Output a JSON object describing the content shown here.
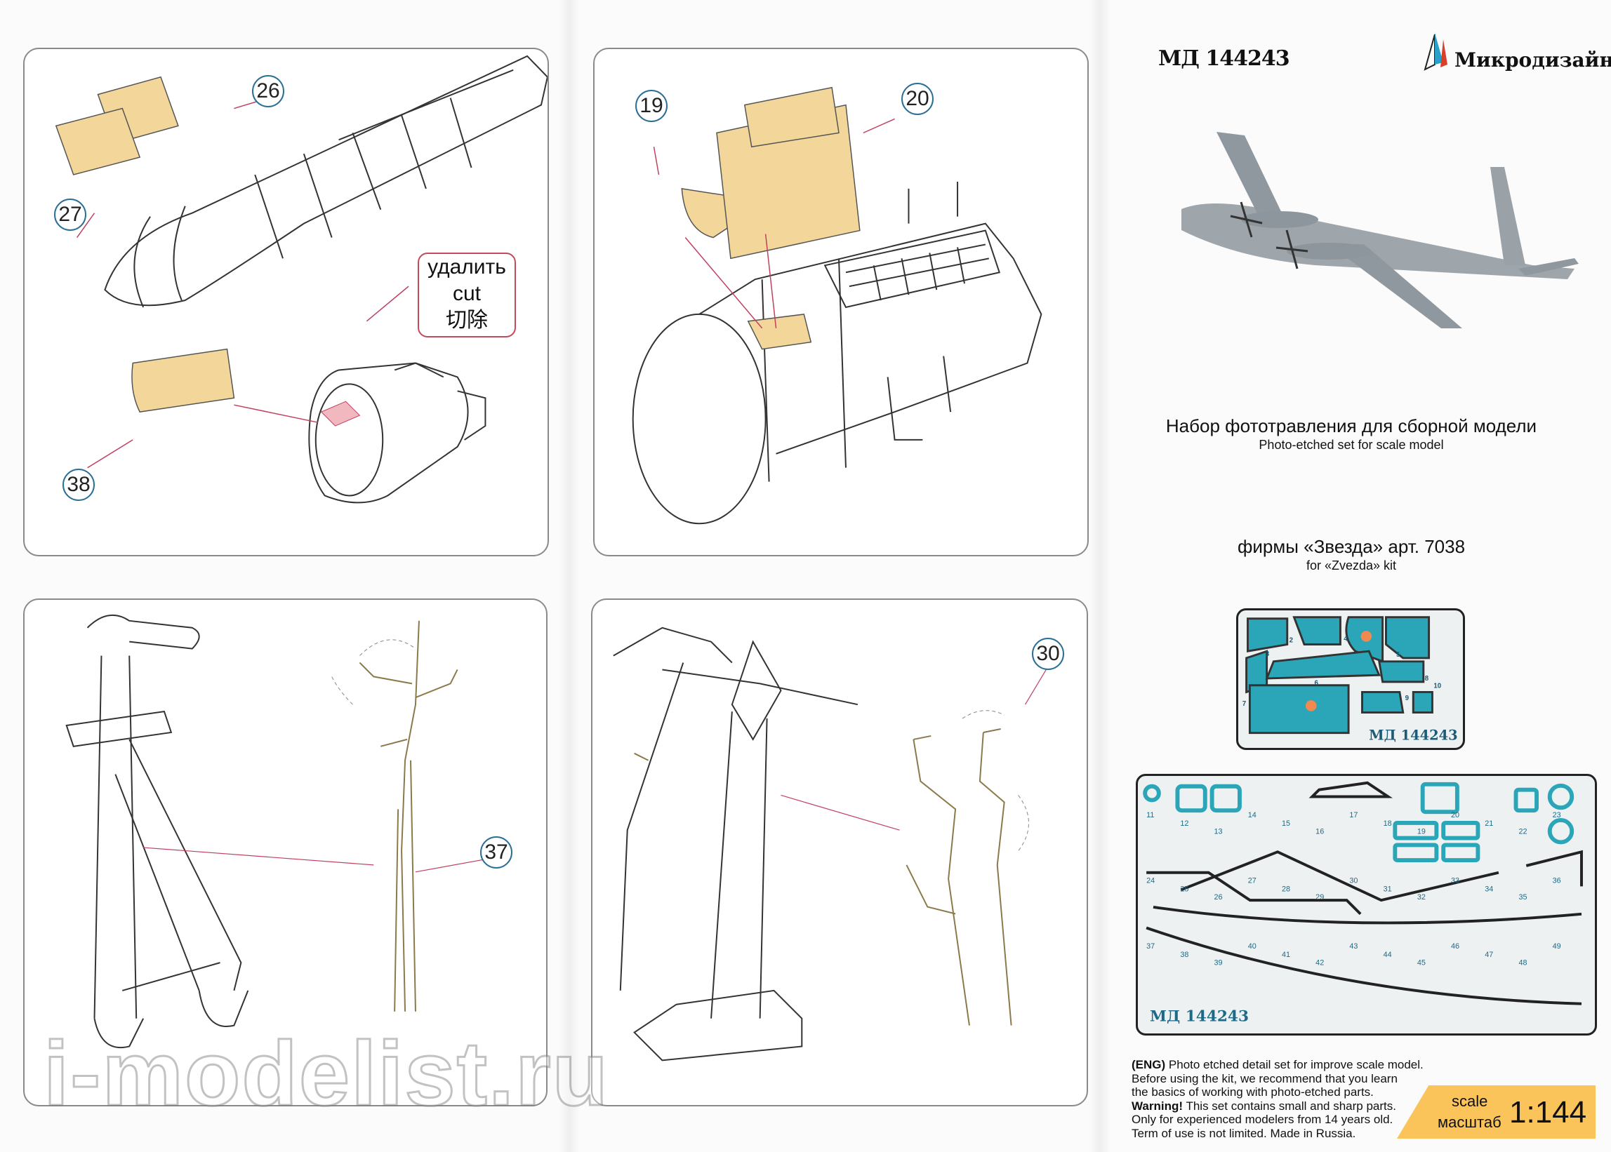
{
  "product_code": "МД 144243",
  "brand": "Микродизайн",
  "cut_label": {
    "ru": "удалить",
    "en": "cut",
    "zh": "切除"
  },
  "callouts": {
    "p1": [
      "26",
      "27",
      "38"
    ],
    "p2": [
      "19",
      "20"
    ],
    "p3": [
      "37"
    ],
    "p4": [
      "30"
    ]
  },
  "title_ru": "Набор фототравления для сборной модели",
  "title_en": "Photo-etched set for scale model",
  "kit_ru": "фирмы «Звезда» арт. 7038",
  "kit_en": "for «Zvezda» kit",
  "fret_color": {
    "part_numbers": [
      "2",
      "3",
      "4",
      "5",
      "6",
      "7",
      "8",
      "9",
      "10"
    ],
    "label": "МД 144243"
  },
  "fret_main": {
    "part_numbers": [
      "11",
      "12",
      "13",
      "14",
      "15",
      "16",
      "17",
      "18",
      "19",
      "20",
      "21",
      "22",
      "23",
      "24",
      "25",
      "26",
      "27",
      "28",
      "29",
      "30",
      "31",
      "32",
      "33",
      "34",
      "35",
      "36",
      "37",
      "38",
      "39",
      "40",
      "41",
      "42",
      "43",
      "44",
      "45",
      "46",
      "47",
      "48",
      "49"
    ],
    "label": "МД 144243"
  },
  "notes": {
    "eng_tag": "(ENG)",
    "line1": "Photo etched detail set for improve scale model.",
    "line2": "Before using the kit, we recommend that you learn",
    "line3": "the basics of working with photo-etched parts.",
    "warning_tag": "Warning!",
    "line4": "This set contains small and sharp parts.",
    "line5": "Only for experienced modelers from 14 years old.",
    "line6": "Term of use is not limited. Made in Russia."
  },
  "scale": {
    "label_en": "scale",
    "label_ru": "масштаб",
    "value": "1:144"
  },
  "watermark": "i-modelist.ru",
  "colors": {
    "callout": "#2a6f95",
    "fret": "#2aa6b8",
    "banner": "#fbc45a",
    "brass": "#f3d79a"
  }
}
